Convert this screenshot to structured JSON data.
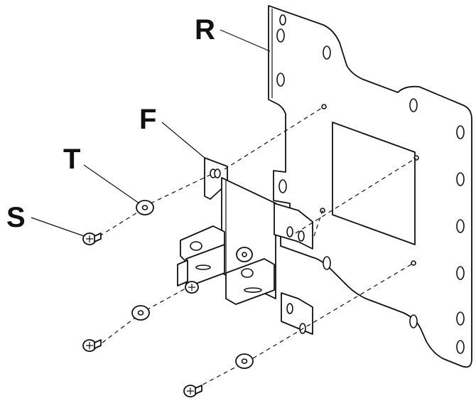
{
  "labels": {
    "rear_plate": "R",
    "bracket": "F",
    "washer": "T",
    "screw": "S"
  },
  "icons": [
    "wall-plate",
    "mounting-bracket",
    "washer",
    "screw"
  ],
  "colors": {
    "line": "#111111",
    "background": "#ffffff"
  }
}
